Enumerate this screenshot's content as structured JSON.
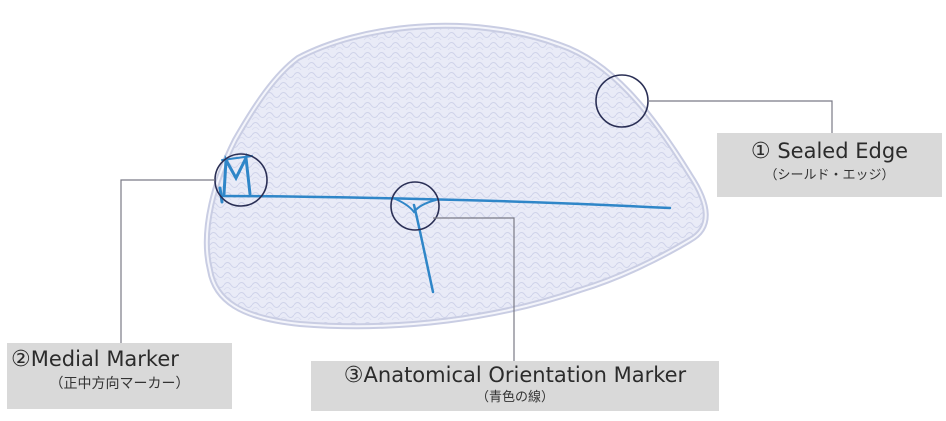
{
  "labels": {
    "sealed_edge": {
      "number": "①",
      "title": "Sealed Edge",
      "sub": "（シールド・エッジ）"
    },
    "medial_marker": {
      "number": "②",
      "title": "Medial Marker",
      "sub": "（正中方向マーカー）"
    },
    "orientation_marker": {
      "number": "③",
      "title": "Anatomical Orientation Marker",
      "sub": "（青色の線）"
    }
  },
  "colors": {
    "mesh_fill": "#e9ebf7",
    "mesh_edge": "#c9cde3",
    "marker_blue": "#2f86c8",
    "circle_stroke": "#2a2f55",
    "leader_line": "#7a7a86",
    "label_bg": "#d9d9d9"
  }
}
